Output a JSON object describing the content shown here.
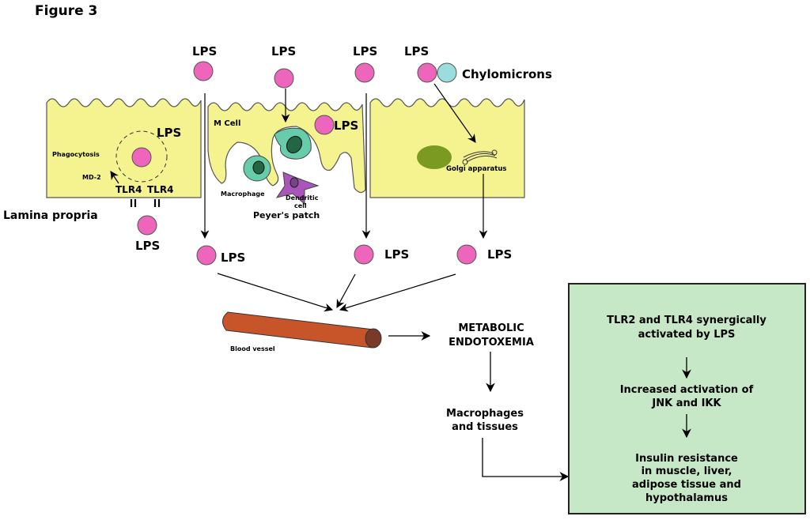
{
  "figure_title": "Figure 3",
  "colors": {
    "cell_fill": "#f5f290",
    "cell_stroke": "#555555",
    "lps": "#ee66bb",
    "chylomicron": "#99dddd",
    "macrophage": "#66ccaa",
    "macrophage_nucleus": "#226644",
    "dendritic": "#aa55bb",
    "golgi_nucleus": "#7a9a22",
    "vessel": "#c8552a",
    "vessel_end": "#7a3a2a",
    "box_fill": "#c6e8c6"
  },
  "labels": {
    "lps": "LPS",
    "chylomicrons": "Chylomicrons",
    "m_cell": "M Cell",
    "phagocytosis": "Phagocytosis",
    "md2": "MD-2",
    "tlr4": "TLR4",
    "lamina_propria": "Lamina propria",
    "macrophage": "Macrophage",
    "dendritic_cell_line1": "Dendritic",
    "dendritic_cell_line2": "cell",
    "peyers_patch": "Peyer's patch",
    "golgi": "Golgi apparatus",
    "blood_vessel": "Blood vessel",
    "endotoxemia_line1": "METABOLIC",
    "endotoxemia_line2": "ENDOTOXEMIA",
    "macrophages_tissues_line1": "Macrophages",
    "macrophages_tissues_line2": "and tissues"
  },
  "box": {
    "step1": [
      "TLR2 and TLR4 synergically",
      "activated by LPS"
    ],
    "step2": [
      "Increased activation of",
      "JNK and IKK"
    ],
    "step3": [
      "Insulin resistance",
      "in muscle, liver,",
      "adipose tissue and",
      "hypothalamus"
    ]
  }
}
